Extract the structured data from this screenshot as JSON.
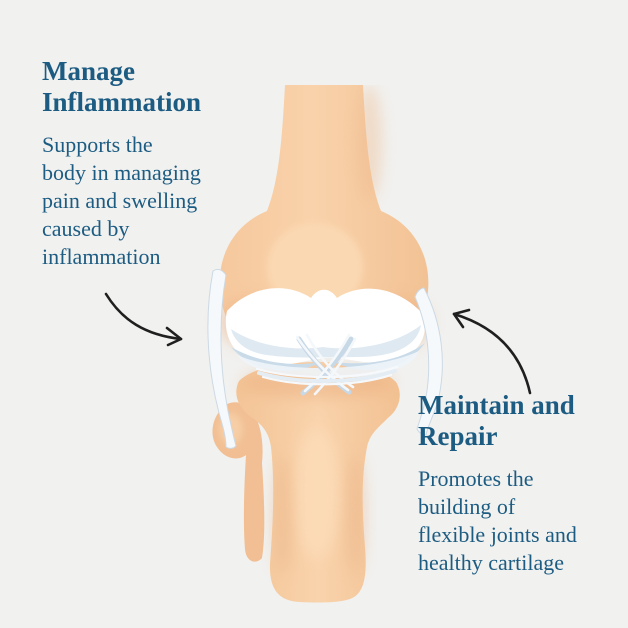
{
  "annotations": {
    "manage": {
      "heading": "Manage Inflammation",
      "heading_lines": [
        "Manage",
        "Inflammation"
      ],
      "body": "Supports the body in managing pain and swelling caused by inflammation",
      "body_lines": [
        "Supports the",
        "body in managing",
        "pain and swelling",
        "caused by",
        "inflammation"
      ]
    },
    "maintain": {
      "heading": "Maintain and Repair",
      "heading_lines": [
        "Maintain and",
        "Repair"
      ],
      "body": "Promotes the building of flexible joints and healthy cartilage",
      "body_lines": [
        "Promotes the",
        "building of",
        "flexible joints and",
        "healthy cartilage"
      ]
    }
  },
  "illustration": {
    "subject": "knee-joint-anatomy",
    "parts": [
      "femur",
      "patellar-surface",
      "cartilage",
      "meniscus",
      "cruciate-ligaments",
      "collateral-ligaments",
      "tibia",
      "fibula"
    ]
  },
  "colors": {
    "background": "#f1f1ef",
    "text": "#1d5c82",
    "arrow": "#1f1f1f",
    "bone": "#f7cda4",
    "bone_shade": "#ecb084",
    "bone_highlight": "#fbd9b3",
    "cartilage": "#ffffff",
    "cartilage_shadow": "#dce7f1",
    "meniscus": "#c9dbe9"
  }
}
